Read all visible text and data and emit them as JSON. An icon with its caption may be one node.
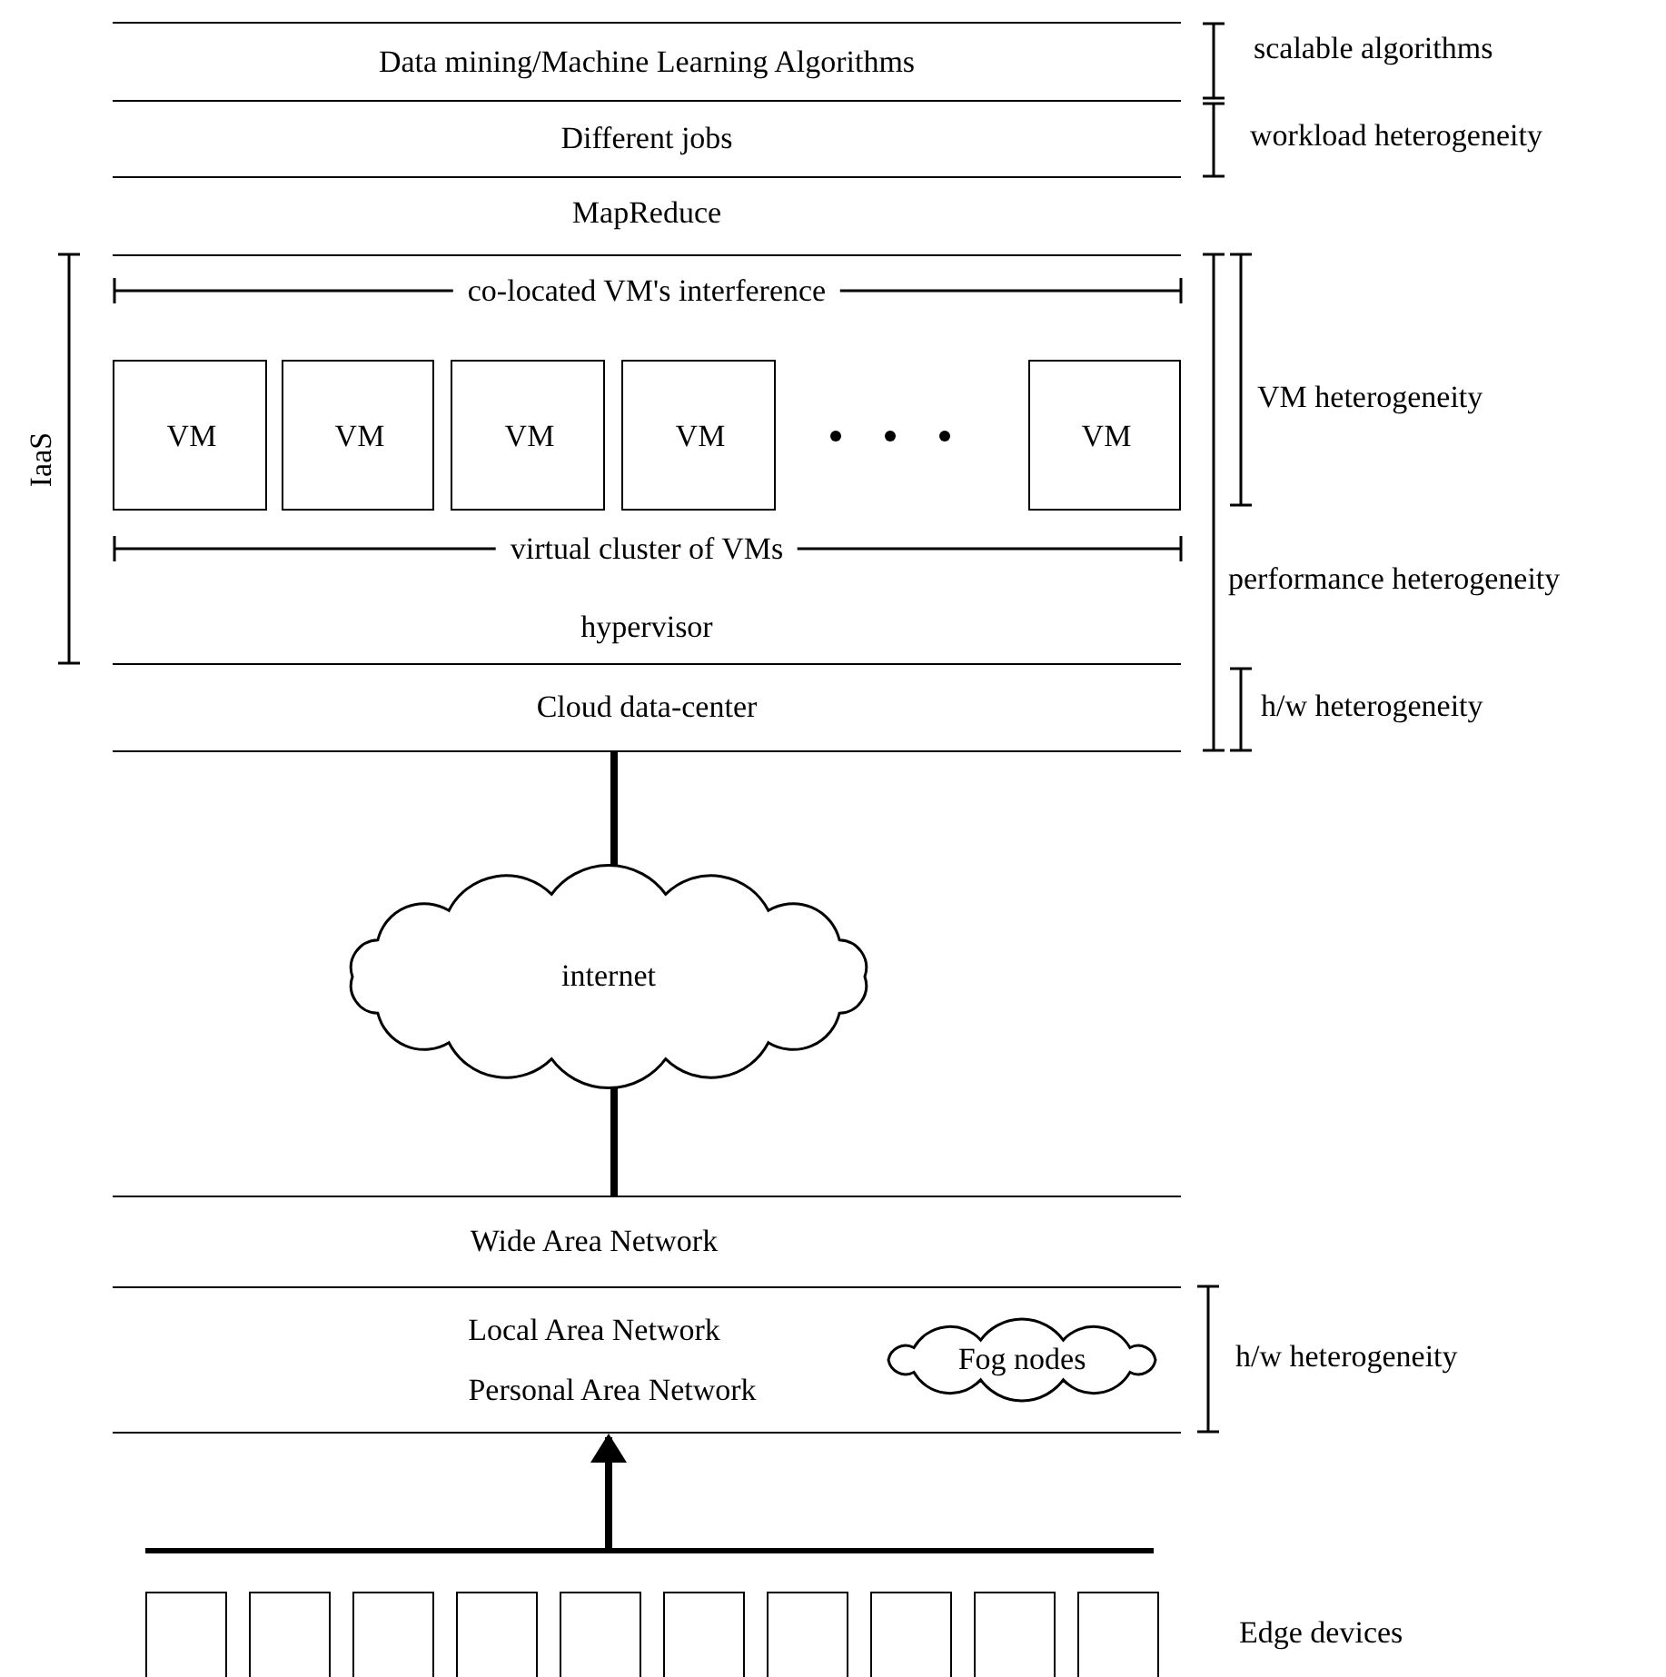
{
  "diagram": {
    "nodes": [
      {
        "text": [
          "Data mining/Machine Learning Algorithms"
        ]
      },
      {
        "text": [
          "Different jobs"
        ]
      },
      {
        "text": [
          "MapReduce"
        ]
      },
      {
        "text": [
          "co-located VM's interference",
          "virtual cluster of VMs",
          "hypervisor"
        ]
      },
      {
        "text": [
          "VM"
        ],
        "in": 3
      },
      {
        "text": [
          "VM"
        ],
        "in": 3
      },
      {
        "text": [
          "VM"
        ],
        "in": 3
      },
      {
        "text": [
          "VM"
        ],
        "in": 3
      },
      {
        "text": [
          "VM"
        ],
        "in": 3
      },
      {
        "text": [
          "Cloud data-center"
        ]
      },
      {
        "text": [
          "internet"
        ]
      },
      {
        "text": [
          "Wide Area Network"
        ]
      },
      {
        "text": [
          "Local Area Network",
          "Personal Area Network"
        ]
      },
      {
        "text": [
          "Fog nodes"
        ],
        "in": 12
      },
      {
        "text": [],
        "shape": "bar"
      },
      {
        "text": [],
        "shape": "box"
      },
      {
        "text": [],
        "shape": "box"
      },
      {
        "text": [],
        "shape": "box"
      },
      {
        "text": [],
        "shape": "box"
      },
      {
        "text": [],
        "shape": "box"
      },
      {
        "text": [],
        "shape": "box"
      },
      {
        "text": [],
        "shape": "box"
      },
      {
        "text": [],
        "shape": "box"
      },
      {
        "text": [],
        "shape": "box"
      },
      {
        "text": [],
        "shape": "box"
      }
    ],
    "edges": [
      {
        "from": 9,
        "to": 10,
        "arrow": "none"
      },
      {
        "from": 10,
        "to": 11,
        "arrow": "none"
      },
      {
        "from": 14,
        "to": 12,
        "arrow": "to"
      }
    ],
    "labels": [
      "scalable algorithms",
      "workload heterogeneity",
      "VM heterogeneity",
      "IaaS",
      "performance heterogeneity",
      "h/w heterogeneity",
      "h/w heterogeneity",
      "Edge devices"
    ]
  }
}
